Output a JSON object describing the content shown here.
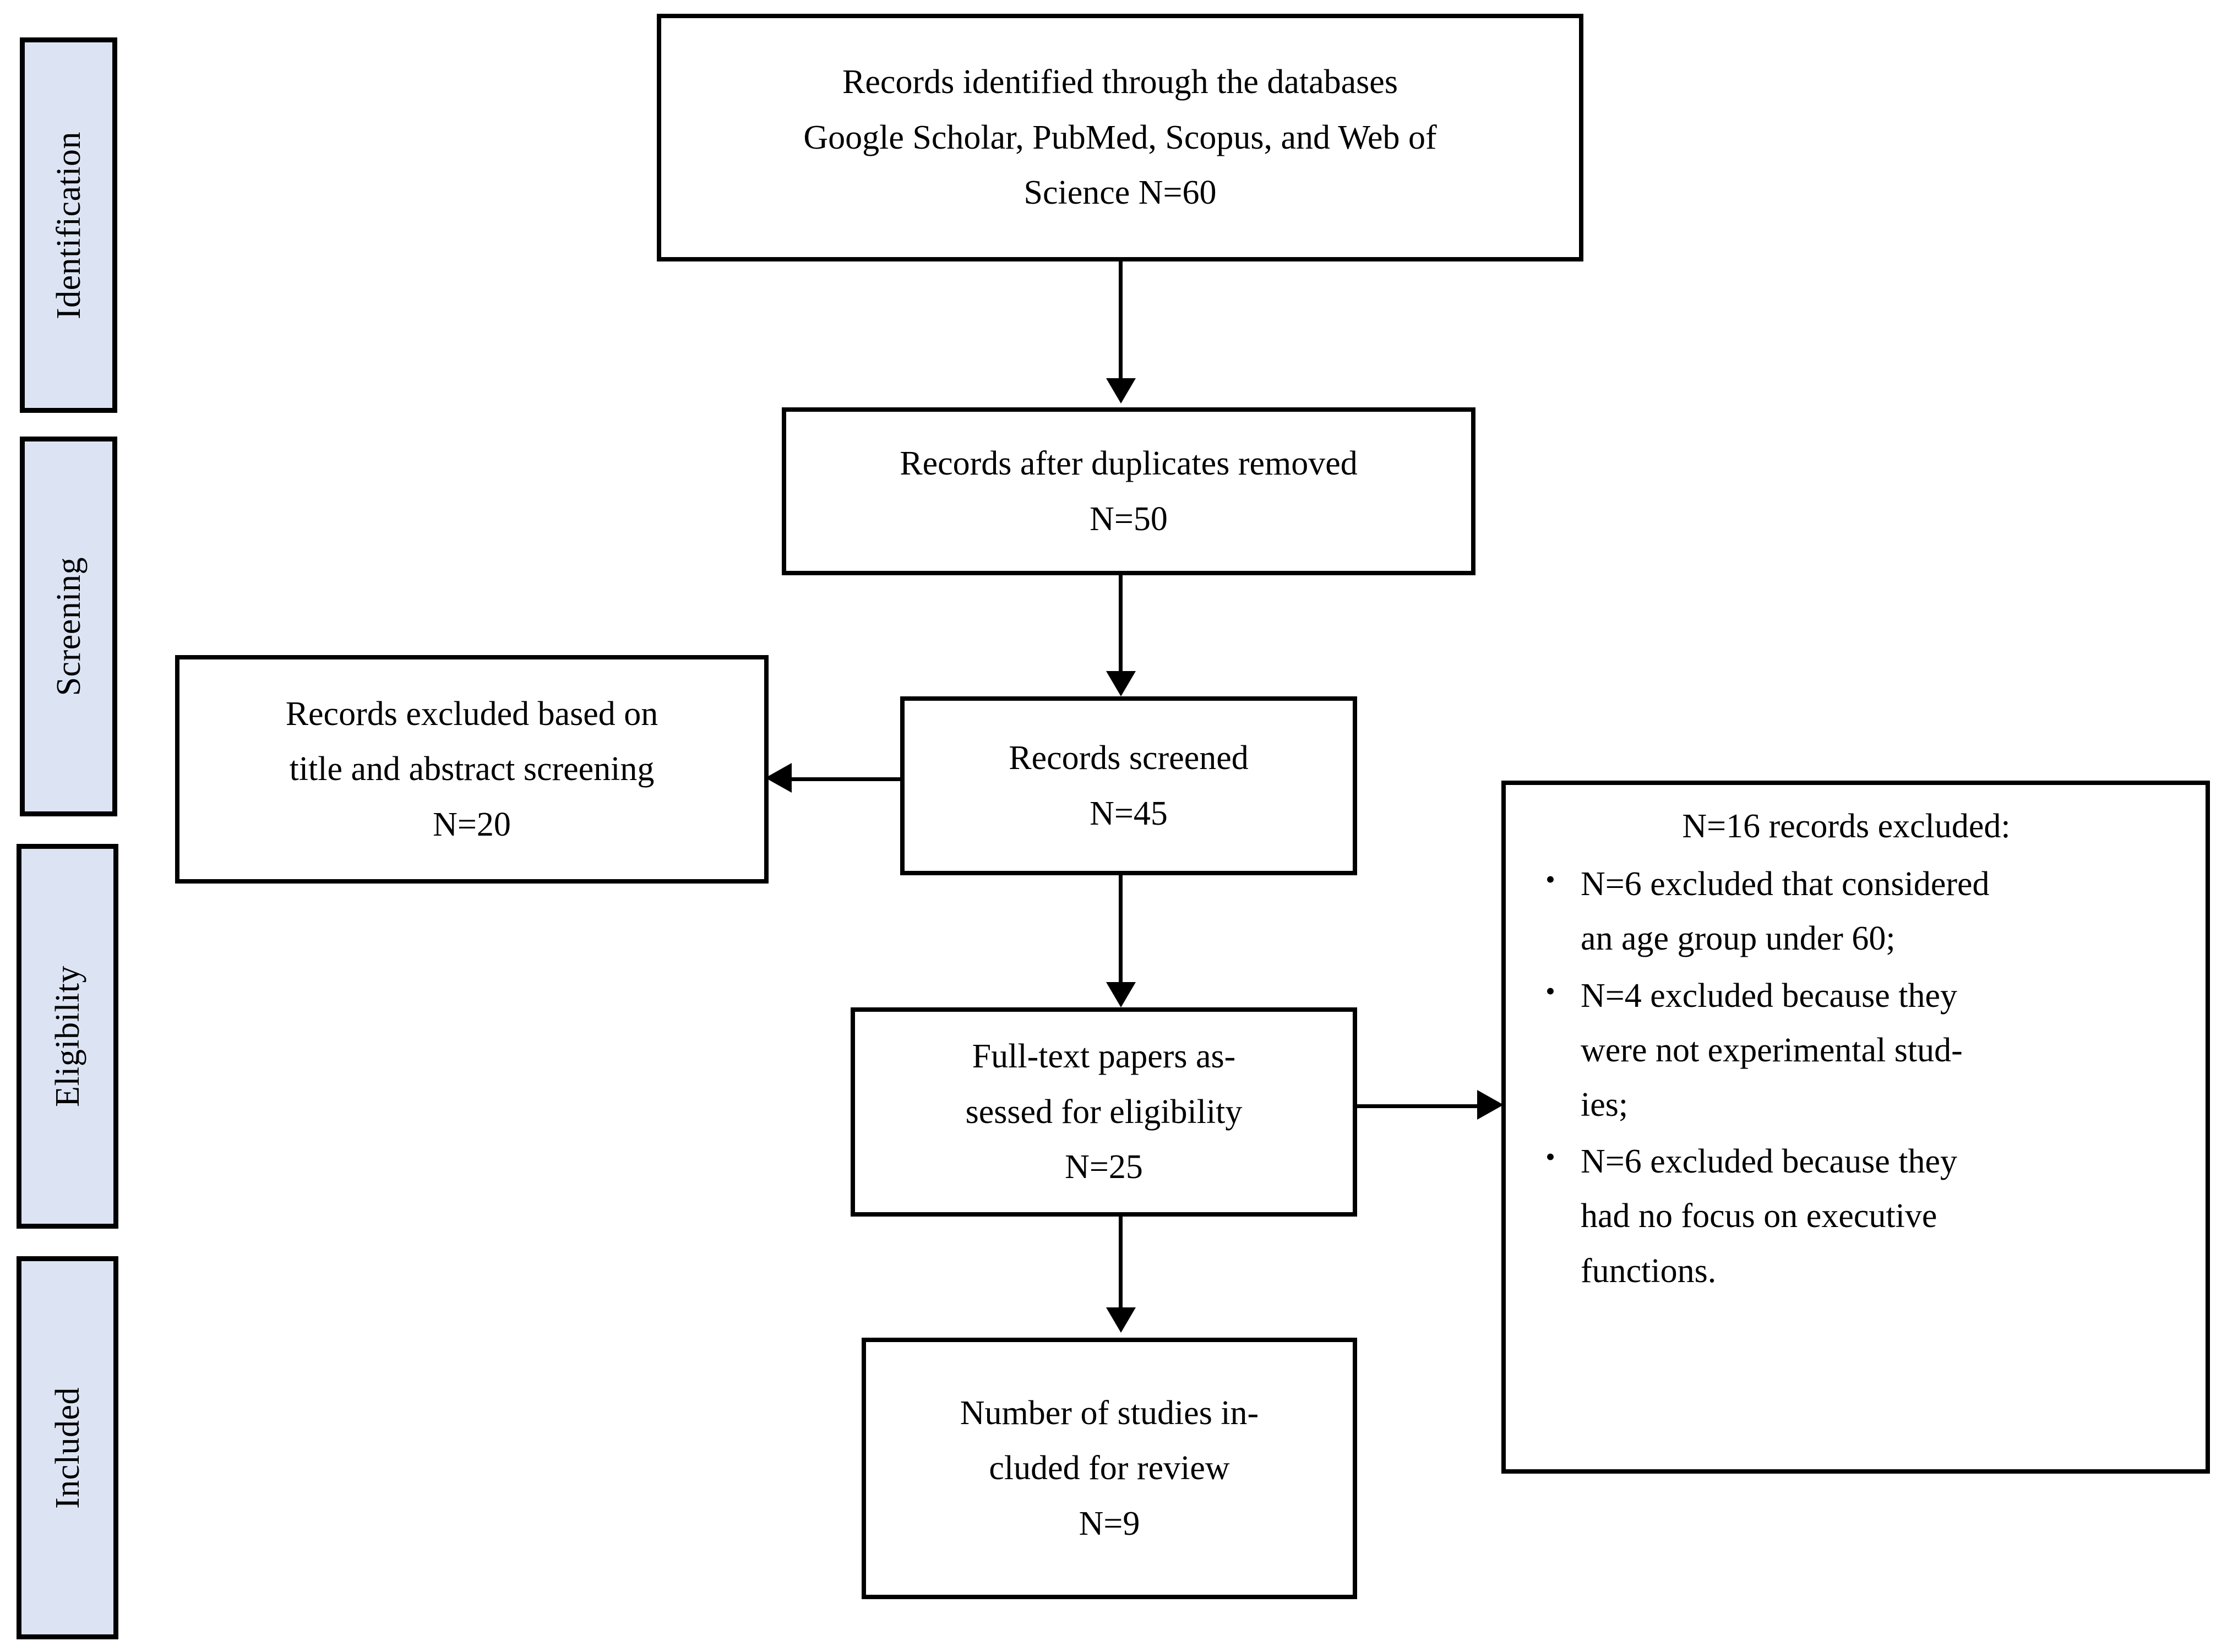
{
  "diagram": {
    "title": "PRISMA study selection flow diagram",
    "colors": {
      "stage_fill": "#dce4f4",
      "border": "#000000",
      "box_fill": "#ffffff",
      "text": "#000000"
    }
  },
  "stages": [
    {
      "id": "identification",
      "label": "Identification"
    },
    {
      "id": "screening",
      "label": "Screening"
    },
    {
      "id": "eligibility",
      "label": "Eligibility"
    },
    {
      "id": "included",
      "label": "Included"
    }
  ],
  "boxes": {
    "identified": {
      "line1": "Records identified through the databases",
      "line2": "Google Scholar, PubMed, Scopus, and Web of",
      "line3": "Science N=60",
      "count": "N=60"
    },
    "after_duplicates": {
      "line1": "Records after duplicates removed",
      "line2": "N=50",
      "count": "N=50"
    },
    "screened": {
      "line1": "Records screened",
      "line2": "N=45",
      "count": "N=45"
    },
    "excluded_title_abstract": {
      "line1": "Records excluded based on",
      "line2": "title and abstract screening",
      "line3": "N=20",
      "count": "N=20"
    },
    "full_text": {
      "line1": "Full-text papers as-",
      "line2": "sessed for eligibility",
      "line3": "N=25",
      "count": "N=25"
    },
    "included_studies": {
      "line1": "Number of studies in-",
      "line2": "cluded for review",
      "line3": "N=9",
      "count": "N=9"
    },
    "excluded_fulltext": {
      "heading": "N=16 records excluded:",
      "count": "N=16",
      "bullet_glyph": "•",
      "items": [
        {
          "count": "N=6",
          "line1": "N=6 excluded that considered",
          "line2": "an age group under 60;",
          "text": "N=6 excluded that considered an age group under 60;"
        },
        {
          "count": "N=4",
          "line1": "N=4 excluded because they",
          "line2": "were not experimental stud-",
          "line3": "ies;",
          "text": "N=4 excluded because they were not experimental studies;"
        },
        {
          "count": "N=6",
          "line1": "N=6 excluded because they",
          "line2": "had no focus on executive",
          "line3": "functions.",
          "text": "N=6 excluded because they had no focus on executive functions."
        }
      ]
    }
  },
  "connectors": [
    {
      "id": "identified-to-duplicates",
      "from": "identified",
      "to": "after_duplicates",
      "direction": "down"
    },
    {
      "id": "duplicates-to-screened",
      "from": "after_duplicates",
      "to": "screened",
      "direction": "down"
    },
    {
      "id": "screened-to-excluded",
      "from": "screened",
      "to": "excluded_title_abstract",
      "direction": "left"
    },
    {
      "id": "screened-to-fulltext",
      "from": "screened",
      "to": "full_text",
      "direction": "down"
    },
    {
      "id": "fulltext-to-excluded",
      "from": "full_text",
      "to": "excluded_fulltext",
      "direction": "right"
    },
    {
      "id": "fulltext-to-included",
      "from": "full_text",
      "to": "included_studies",
      "direction": "down"
    }
  ]
}
